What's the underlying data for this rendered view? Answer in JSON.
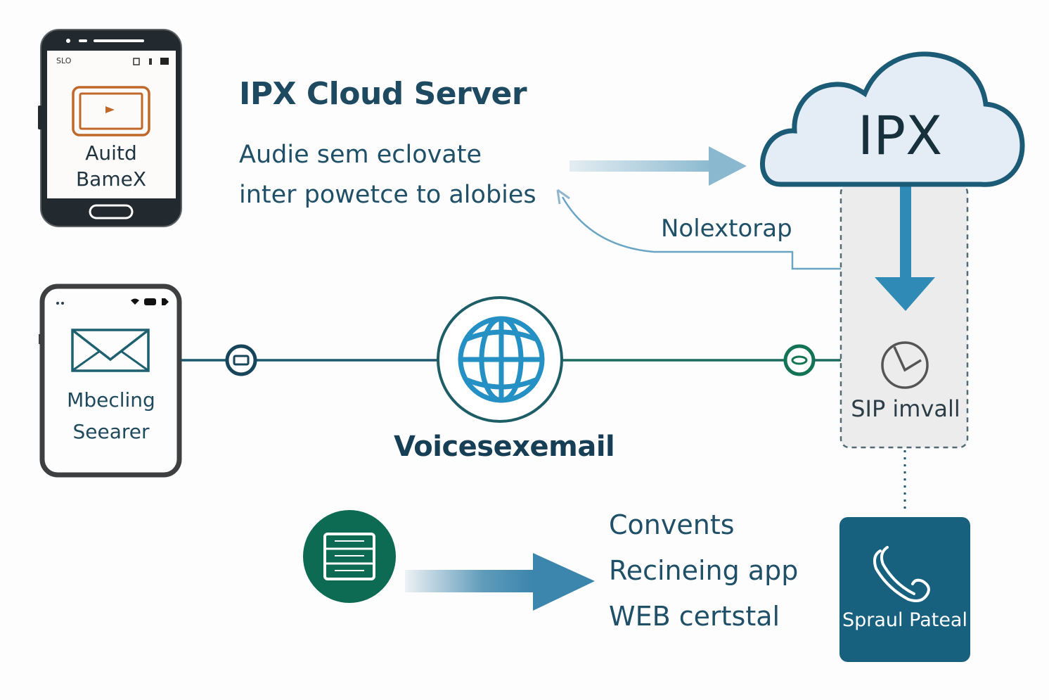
{
  "header": {
    "title": "IPX Cloud Server",
    "description_line1": "Audie sem eclovate",
    "description_line2": "inter powetce to alobies"
  },
  "cloud": {
    "label": "IPX",
    "icon": "cloud-icon"
  },
  "return_path": {
    "label": "Nolextorap"
  },
  "devices": {
    "phone_top": {
      "status_left": "SLO",
      "label_line1": "Auitd",
      "label_line2": "BameX",
      "icon": "video-play-icon"
    },
    "phone_bottom": {
      "label_line1": "Mbecling",
      "label_line2": "Seearer",
      "icon": "envelope-icon"
    }
  },
  "hub": {
    "label": "Voicesexemail",
    "icon": "globe-icon"
  },
  "sip_panel": {
    "label": "SIP imvall",
    "icon": "clock-icon"
  },
  "bottom_flow": {
    "source_icon": "server-stack-icon",
    "lines": [
      "Convents",
      "Recineing app",
      "WEB certstal"
    ]
  },
  "endpoint": {
    "label": "Spraul Pateal",
    "icon": "phone-handset-icon"
  },
  "colors": {
    "dark_teal": "#1c5870",
    "accent_blue": "#2f8bb5",
    "green": "#0c6b52",
    "endpoint_bg": "#17607e",
    "orange": "#c0682a"
  }
}
